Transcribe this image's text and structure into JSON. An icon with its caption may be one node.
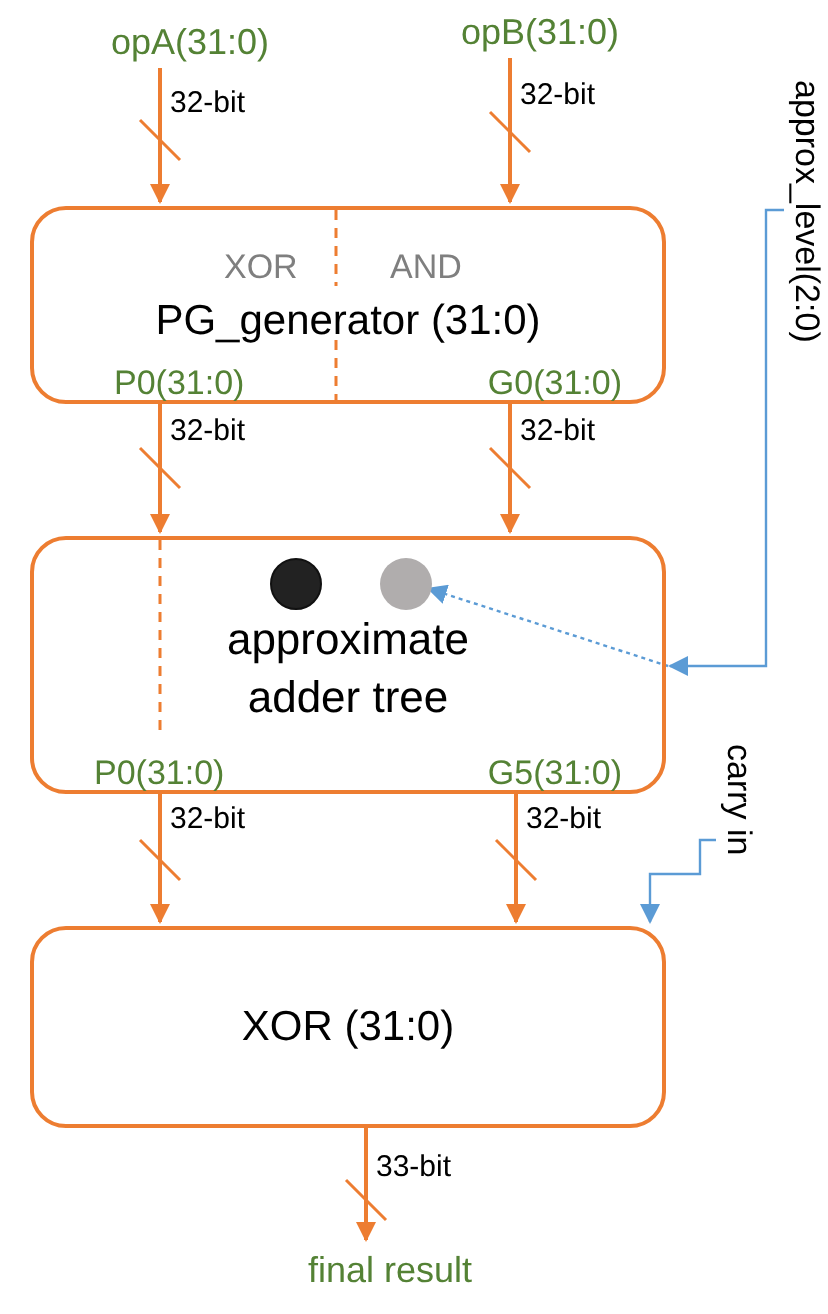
{
  "diagram": {
    "nodes": [
      {
        "text": [
          "opA(31:0)"
        ]
      },
      {
        "text": [
          "opB(31:0)"
        ]
      },
      {
        "text": [
          "approx_level(2:0)"
        ]
      },
      {
        "text": [
          "XOR",
          "AND",
          "PG_generator (31:0)",
          "P0(31:0)",
          "G0(31:0)"
        ]
      },
      {
        "text": [
          "approximate adder tree",
          "P0(31:0)",
          "G5(31:0)"
        ]
      },
      {
        "text": [],
        "shape": "circle",
        "in": 4
      },
      {
        "text": [],
        "shape": "circle",
        "in": 4
      },
      {
        "text": [
          "carry in"
        ]
      },
      {
        "text": [
          "XOR (31:0)"
        ]
      },
      {
        "text": [
          "final result"
        ]
      }
    ],
    "edges": [
      {
        "from": 0,
        "to": 3,
        "arrow": "to",
        "label": "32-bit"
      },
      {
        "from": 1,
        "to": 3,
        "arrow": "to",
        "label": "32-bit"
      },
      {
        "from": 3,
        "to": 4,
        "arrow": "to",
        "label": "32-bit"
      },
      {
        "from": 3,
        "to": 4,
        "arrow": "to",
        "label": "32-bit"
      },
      {
        "from": 4,
        "to": 8,
        "arrow": "to",
        "label": "32-bit"
      },
      {
        "from": 4,
        "to": 8,
        "arrow": "to",
        "label": "32-bit"
      },
      {
        "from": 2,
        "to": 4,
        "arrow": "to",
        "color": "#5b9bd5"
      },
      {
        "from": null,
        "to": 6,
        "arrow": "to",
        "style": "dashed",
        "color": "#5b9bd5"
      },
      {
        "from": 7,
        "to": 8,
        "arrow": "to",
        "color": "#5b9bd5"
      },
      {
        "from": 8,
        "to": 9,
        "arrow": "to",
        "label": "33-bit"
      }
    ]
  }
}
